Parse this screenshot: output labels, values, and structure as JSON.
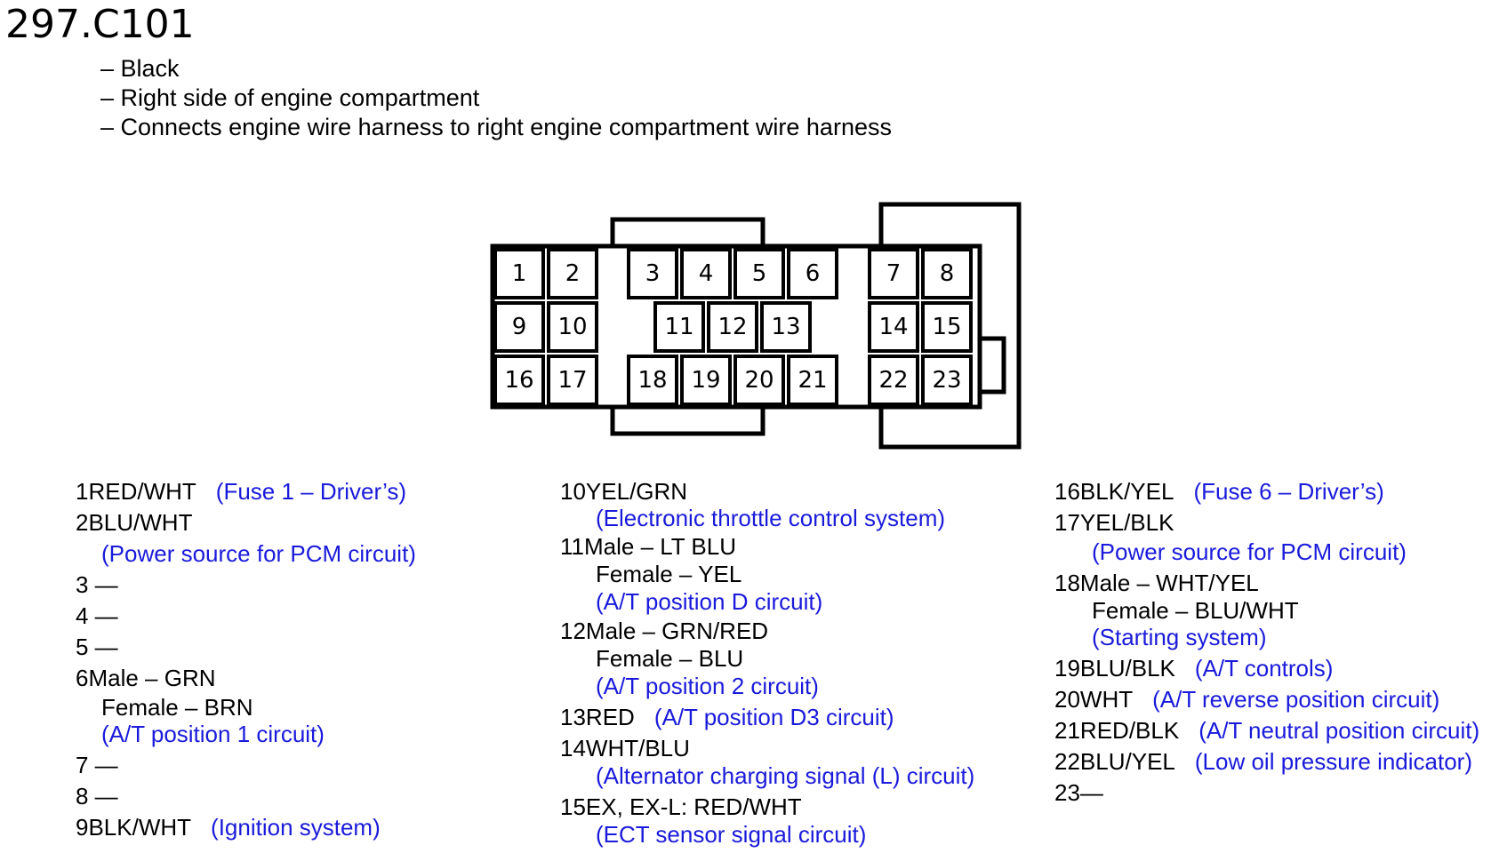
{
  "title": "297.C101",
  "description": [
    "– Black",
    "– Right side of engine compartment",
    "– Connects engine wire harness to right engine compartment wire harness"
  ],
  "connector": {
    "pins": [
      "1",
      "2",
      "3",
      "4",
      "5",
      "6",
      "7",
      "8",
      "9",
      "10",
      "11",
      "12",
      "13",
      "14",
      "15",
      "16",
      "17",
      "18",
      "19",
      "20",
      "21",
      "22",
      "23"
    ]
  },
  "pin_list": {
    "col1": {
      "p1_wire": "1RED/WHT",
      "p1_note": "(Fuse 1 – Driver’s)",
      "p2_wire": "2BLU/WHT",
      "p2_note": "(Power source for PCM circuit)",
      "p3": "3 —",
      "p4": "4 —",
      "p5": "5 —",
      "p6_male": "6Male – GRN",
      "p6_female": "Female – BRN",
      "p6_note": "(A/T position 1 circuit)",
      "p7": "7 —",
      "p8": "8 —",
      "p9_wire": "9BLK/WHT",
      "p9_note": "(Ignition system)"
    },
    "col2": {
      "p10_wire": "10YEL/GRN",
      "p10_note": "(Electronic throttle control system)",
      "p11_male": "11Male – LT BLU",
      "p11_female": "Female – YEL",
      "p11_note": "(A/T position D circuit)",
      "p12_male": "12Male – GRN/RED",
      "p12_female": "Female – BLU",
      "p12_note": "(A/T position 2 circuit)",
      "p13_wire": "13RED",
      "p13_note": "(A/T position D3 circuit)",
      "p14_wire": "14WHT/BLU",
      "p14_note": "(Alternator charging signal (L) circuit)",
      "p15_wire": "15EX, EX-L: RED/WHT",
      "p15_note": "(ECT sensor signal circuit)"
    },
    "col3": {
      "p16_wire": "16BLK/YEL",
      "p16_note": "(Fuse 6 – Driver’s)",
      "p17_wire": "17YEL/BLK",
      "p17_note": "(Power source for PCM circuit)",
      "p18_male": "18Male – WHT/YEL",
      "p18_female": "Female – BLU/WHT",
      "p18_note": "(Starting system)",
      "p19_wire": "19BLU/BLK",
      "p19_note": "(A/T controls)",
      "p20_wire": "20WHT",
      "p20_note": "(A/T reverse position circuit)",
      "p21_wire": "21RED/BLK",
      "p21_note": "(A/T neutral position circuit)",
      "p22_wire": "22BLU/YEL",
      "p22_note": "(Low oil pressure indicator)",
      "p23": "23—"
    }
  },
  "colors": {
    "note": "#1a1adb",
    "text": "#000000"
  }
}
